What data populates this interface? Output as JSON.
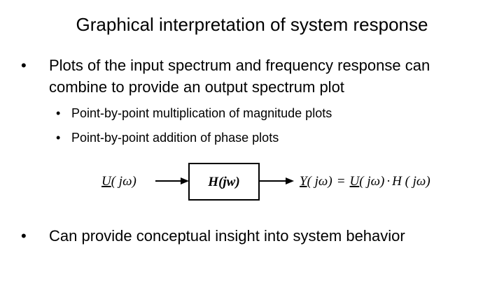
{
  "slide": {
    "title": "Graphical interpretation of system response",
    "bullets": [
      {
        "text": "Plots of the input spectrum and frequency response can combine to provide an output spectrum plot",
        "sub_bullets": [
          "Point-by-point multiplication of magnitude plots",
          "Point-by-point addition of phase plots"
        ]
      },
      {
        "text": "Can provide conceptual insight into system behavior"
      }
    ],
    "bullet_glyph": "•"
  },
  "diagram": {
    "input_symbol": "U",
    "input_arg": "( jω)",
    "block_label": "H(jw)",
    "output_symbol": "Y",
    "output_arg": "( jω)",
    "equals": "=",
    "rhs_symbol": "U",
    "rhs_arg": "( jω)",
    "dot": "·",
    "rhs_factor": "H ( jω)"
  }
}
